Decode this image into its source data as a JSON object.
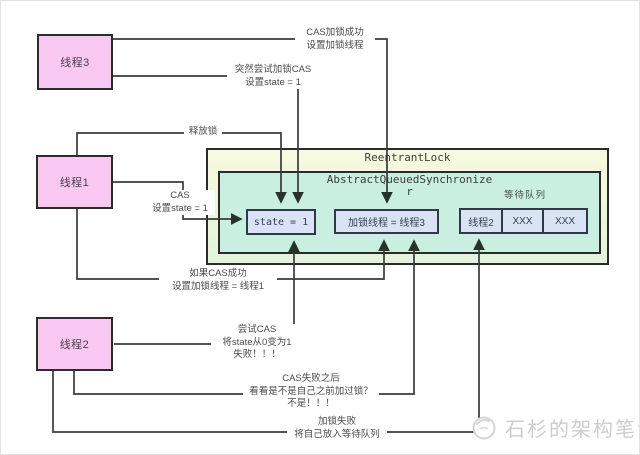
{
  "threads": {
    "thread3": "线程3",
    "thread1": "线程1",
    "thread2": "线程2"
  },
  "lock": {
    "title": "ReentrantLock",
    "aqs_title": "AbstractQueuedSynchronize\nr",
    "queue_label": "等待队列",
    "state_cell": "state = 1",
    "owner_cell": "加锁线程 = 线程3",
    "queue": [
      "线程2",
      "XXX",
      "XXX"
    ]
  },
  "annotations": {
    "cas_success": "CAS加锁成功\n设置加锁线程",
    "sudden_cas": "突然尝试加锁CAS\n设置state = 1",
    "release_lock": "释放锁",
    "cas_set_state": "CAS\n设置state = 1",
    "if_cas_success": "如果CAS成功\n设置加锁线程 = 线程1",
    "try_cas": "尝试CAS\n将state从0变为1\n失败！！！",
    "cas_fail_check": "CAS失败之后\n看看是不是自己之前加过锁？\n不是！！！",
    "lock_fail": "加锁失败\n将自己放入等待队列"
  },
  "watermark": "石杉的架构笔记",
  "colors": {
    "thread_fill": "#f8c7f2",
    "aqs_fill": "#c9efe1",
    "cell_fill": "#dae3f6",
    "wire": "#3a3a3a",
    "arrowhead": "#273329"
  }
}
